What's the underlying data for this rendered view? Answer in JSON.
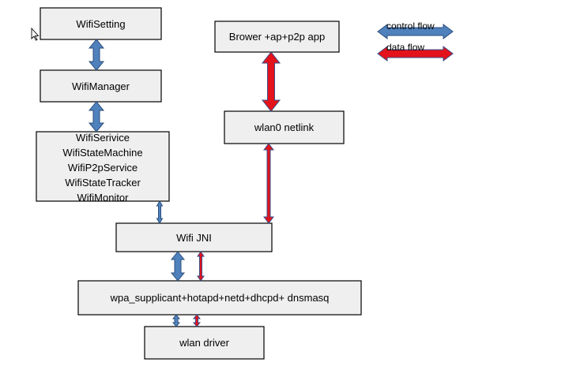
{
  "boxes": {
    "wifi_setting": "WifiSetting",
    "wifi_manager": "WifiManager",
    "wifi_service_group": [
      "WifiSerivice",
      "WifiStateMachine",
      "WifiP2pService",
      "WifiStateTracker",
      "WifiMonitor"
    ],
    "wifi_jni": "Wifi JNI",
    "supplicant": "wpa_supplicant+hotapd+netd+dhcpd+ dnsmasq",
    "wlan_driver": "wlan driver",
    "browser_app": "Brower +ap+p2p app",
    "wlan0_netlink": "wlan0  netlink"
  },
  "legend": {
    "control_flow": "control flow",
    "data_flow": "data flow"
  },
  "colors": {
    "control_flow": "#4f81bd",
    "data_flow": "#e3121b",
    "box_fill": "#efefef"
  }
}
